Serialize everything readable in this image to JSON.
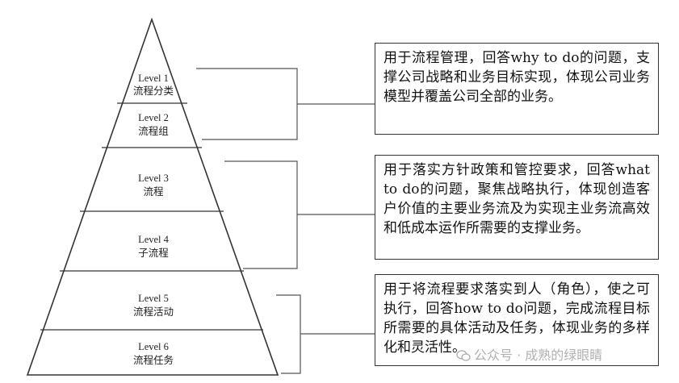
{
  "levels": [
    {
      "level": "Level 1",
      "name": "流程分类"
    },
    {
      "level": "Level 2",
      "name": "流程组"
    },
    {
      "level": "Level 3",
      "name": "流程"
    },
    {
      "level": "Level 4",
      "name": "子流程"
    },
    {
      "level": "Level 5",
      "name": "流程活动"
    },
    {
      "level": "Level 6",
      "name": "流程任务"
    }
  ],
  "descriptions": [
    "用于流程管理，回答why to do的问题，支撑公司战略和业务目标实现，体现公司业务模型并覆盖公司全部的业务。",
    "用于落实方针政策和管控要求，回答what to do的问题，聚焦战略执行，体现创造客户价值的主要业务流及为实现主业务流高效和低成本运作所需要的支撑业务。",
    "用于将流程要求落实到人（角色），使之可执行，回答how to do问题，完成流程目标所需要的具体活动及任务，体现业务的多样化和灵活性。"
  ],
  "watermark": "公众号 · 成熟的绿眼睛",
  "colors": {
    "line": "#333333",
    "text": "#222222"
  },
  "icons": {
    "watermark": "wechat-icon"
  }
}
